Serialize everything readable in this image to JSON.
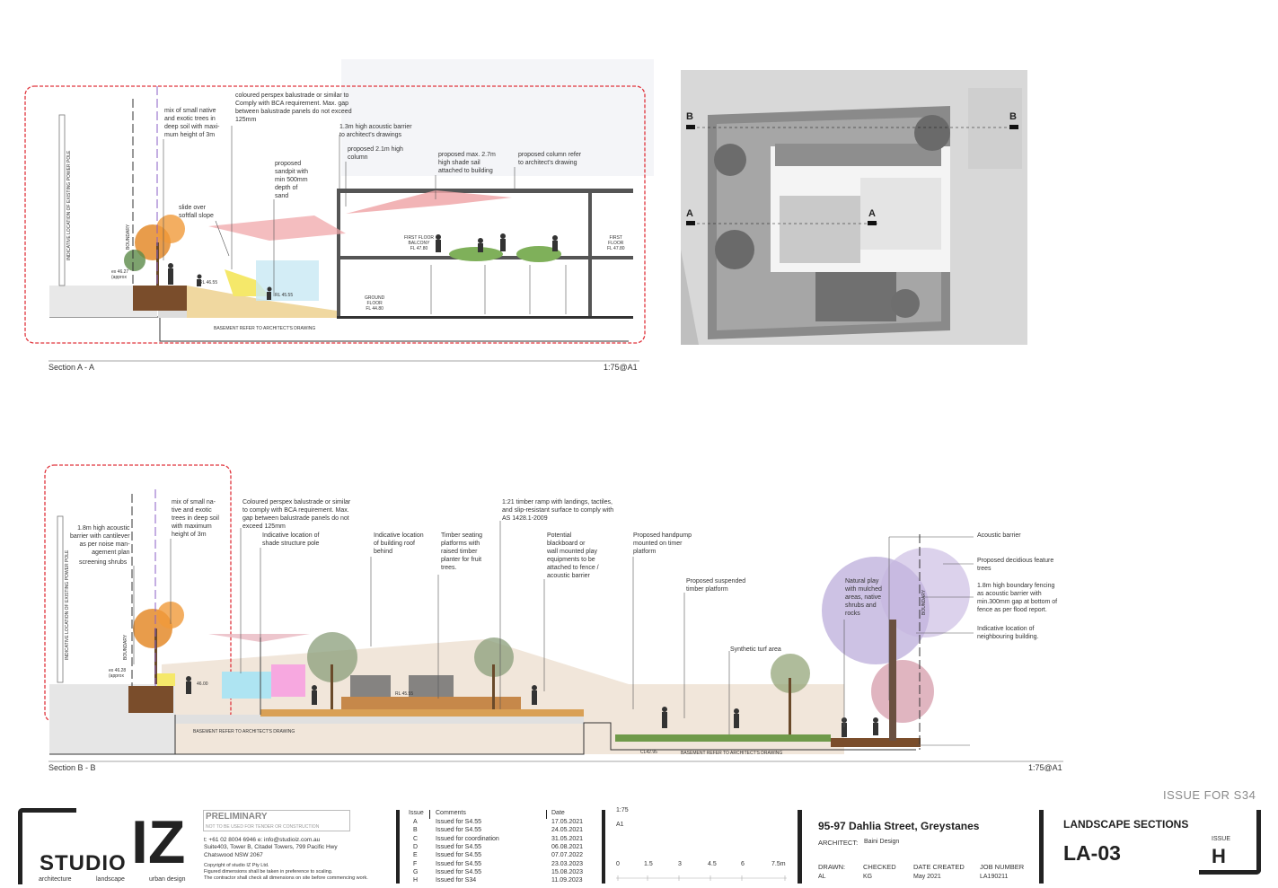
{
  "sectionA": {
    "title": "Section A - A",
    "scale": "1:75@A1",
    "notes": {
      "trees": "mix of small native\nand exotic trees in\ndeep soil with maxi-\nmum height of 3m",
      "perspex": "coloured perspex balustrade or similar to\nComply with BCA requirement. Max. gap\nbetween balustrade panels do not exceed\n125mm",
      "acoustic": "1.3m high acoustic barrier\nto architect's drawings",
      "column21": "proposed 2.1m high\ncolumn",
      "sail": "proposed max. 2.7m\nhigh shade sail\nattached to building",
      "columnref": "proposed column refer\nto architect's drawing",
      "sandpit": "proposed\nsandpit with\nmin 500mm\ndepth of\nsand",
      "slide": "slide over\nsoftfall slope"
    },
    "small": {
      "pole": "INDICATIVE LOCATION OF EXISTING POWER POLE",
      "boundary": "BOUNDARY",
      "level_approx": "ex 46.27\n(approx",
      "rl1": "RL 46.55",
      "rl2": "RL 45.55",
      "first_balcony": "FIRST FLOOR\nBALCONY\nFL 47.80",
      "first_floor": "FIRST\nFLOOR\nFL 47.80",
      "ground": "GROUND\nFLOOR\nFL 44.80",
      "basement": "BASEMENT REFER TO ARCHITECT'S DRAWING"
    }
  },
  "keyplan": {
    "marks": [
      "B",
      "B",
      "A",
      "A"
    ]
  },
  "sectionB": {
    "title": "Section B - B",
    "scale": "1:75@A1",
    "notes": {
      "acoustic18": "1.8m high acoustic\nbarrier with cantilever\nas per noise man-\nagement plan",
      "screening": "screening shrubs",
      "trees": "mix of small na-\ntive and exotic\ntrees in deep soil\nwith maximum\nheight of 3m",
      "perspex": "Coloured perspex balustrade or similar\nto comply with BCA requirement. Max.\ngap between balustrade panels do not\nexceed 125mm",
      "shadepole": "Indicative location of\nshade structure pole",
      "roof": "Indicative location\nof building roof\nbehind",
      "timber": "Timber seating\nplatforms with\nraised timber\nplanter for fruit\ntrees.",
      "ramp": "1:21 timber ramp with landings, tactiles,\nand slip-resistant surface to comply with\nAS 1428.1-2009",
      "blackboard": "Potential\nblackboard or\nwall mounted play\nequipments to be\nattached to fence /\nacoustic barrier",
      "handpump": "Proposed handpump\nmounted on timer\nplatform",
      "suspended": "Proposed suspended\ntimber platform",
      "turf": "Synthetic turf area",
      "natural": "Natural play\nwith mulched\nareas, native\nshrubs and\nrocks",
      "acousticbarrier": "Acoustic barrier",
      "deciduous": "Proposed decidious feature\ntrees",
      "fencing": "1.8m high boundary fencing\nas acoustic barrier with\nmin.300mm gap at bottom of\nfence as per flood report.",
      "neighbour": "Indicative location of\nneighbouring building."
    },
    "small": {
      "pole": "INDICATIVE LOCATION OF EXISTING POWER POLE",
      "boundary": "BOUNDARY",
      "boundary2": "BOUNDARY",
      "level_approx": "ex 46.28\n(approx",
      "rl1": "46.00",
      "rl2": "RL 45.55",
      "basement": "BASEMENT REFER TO ARCHITECT'S DRAWING",
      "basement2": "BASEMENT REFER TO ARCHITECT'S DRAWING",
      "cl": "CL42.95"
    }
  },
  "issue_stamp": "ISSUE FOR S34",
  "titleblock": {
    "brand": "STUDIO",
    "brand_big": "IZ",
    "sub1": "architecture",
    "sub2": "landscape",
    "sub3": "urban design",
    "preliminary": "PRELIMINARY",
    "prelim_sub": "NOT TO BE USED FOR TENDER OR CONSTRUCTION",
    "contact": "t: +61 02 8004 6946      e: info@studioiz.com.au",
    "address1": "Suite403, Tower B, Citadel Towers, 799 Pacific Hwy",
    "address2": "Chatswood NSW 2067",
    "copyright": "Copyright of studio IZ Pty Ltd.",
    "fig": "Figured dimensions shall be taken in preference to scaling.",
    "contractor": "The contractor shall check all dimensions on site before commencing work.",
    "issue_h": "Issue",
    "comments_h": "Comments",
    "date_h": "Date",
    "revisions": [
      {
        "issue": "A",
        "comment": "Issued for S4.55",
        "date": "17.05.2021"
      },
      {
        "issue": "B",
        "comment": "Issued for S4.55",
        "date": "24.05.2021"
      },
      {
        "issue": "C",
        "comment": "Issued for coordination",
        "date": "31.05.2021"
      },
      {
        "issue": "D",
        "comment": "Issued for S4.55",
        "date": "06.08.2021"
      },
      {
        "issue": "E",
        "comment": "Issued for S4.55",
        "date": "07.07.2022"
      },
      {
        "issue": "F",
        "comment": "Issued for S4.55",
        "date": "23.03.2023"
      },
      {
        "issue": "G",
        "comment": "Issued for S4.55",
        "date": "15.08.2023"
      },
      {
        "issue": "H",
        "comment": "Issued for S34",
        "date": "11.09.2023"
      }
    ],
    "scale_val": "1:75",
    "paper": "A1",
    "scalebar": [
      "0",
      "1.5",
      "3",
      "4.5",
      "6",
      "7.5m"
    ],
    "project": "95-97 Dahlia Street, Greystanes",
    "architect_label": "ARCHITECT:",
    "architect": "Baini Design",
    "drawn_label": "DRAWN:",
    "drawn": "AL",
    "checked_label": "CHECKED",
    "checked": "KG",
    "created_label": "DATE CREATED",
    "created": "May 2021",
    "job_label": "JOB NUMBER",
    "job": "LA190211",
    "sheet_title": "LANDSCAPE SECTIONS",
    "sheet_no": "LA-03",
    "issue_label": "ISSUE",
    "issue": "H"
  }
}
